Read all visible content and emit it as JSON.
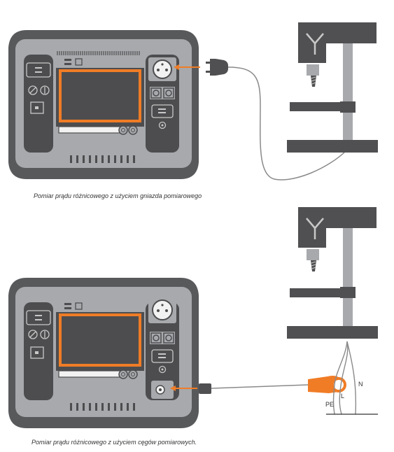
{
  "captions": {
    "top": "Pomiar prądu różnicowego z użyciem gniazda pomiarowego",
    "bottom": "Pomiar prądu różnicowego z użyciem cęgów pomiarowych."
  },
  "clamp_labels": {
    "n": "N",
    "l": "L",
    "pe": "PE"
  },
  "colors": {
    "accent": "#f07c26",
    "device_outer": "#58595b",
    "device_face": "#a7a9ac",
    "panel_dark": "#4d4d4f",
    "machine": "#505052",
    "cable": "#8a8a8a"
  },
  "icons": [
    "iec-inlet-icon",
    "socket-icon",
    "banana-jack-icon",
    "clamp-meter-icon",
    "drill-press-icon",
    "plug-icon",
    "arrow-icon"
  ]
}
